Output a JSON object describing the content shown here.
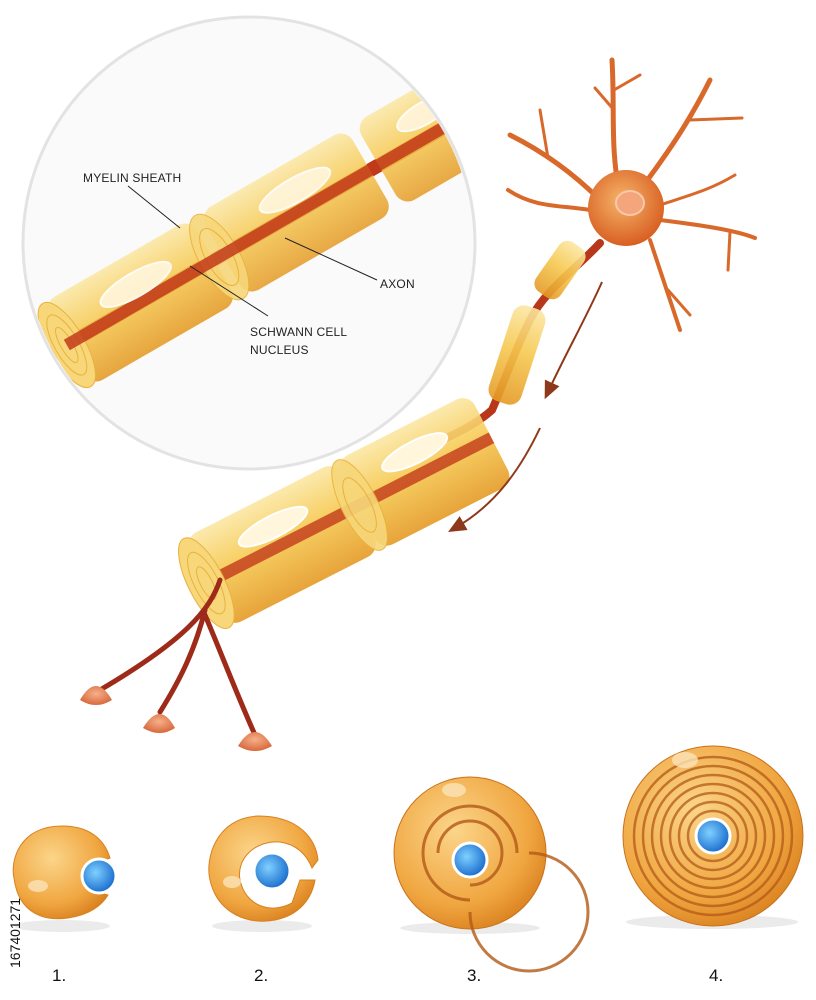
{
  "labels": {
    "myelin_sheath": "MYELIN SHEATH",
    "axon": "AXON",
    "schwann_line1": "SCHWANN CELL",
    "schwann_line2": "NUCLEUS"
  },
  "steps": [
    "1.",
    "2.",
    "3.",
    "4."
  ],
  "stock_id": "167401271",
  "colors": {
    "myelin": "#f5c24a",
    "myelin_dark": "#e7a026",
    "axon": "#b8361a",
    "neuron_body": "#e8772c",
    "dendrite": "#d9692a",
    "nucleus_blue": "#2a8fe0",
    "arrow": "#8e3a1a"
  }
}
